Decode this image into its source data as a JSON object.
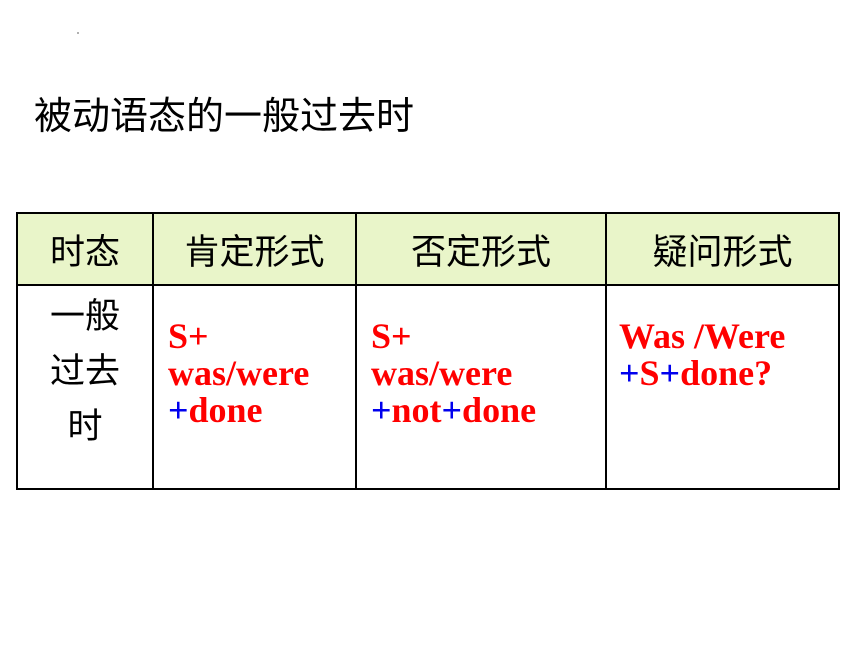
{
  "title": "被动语态的一般过去时",
  "table": {
    "headers": [
      "时态",
      "肯定形式",
      "否定形式",
      "疑问形式"
    ],
    "tense": [
      "一般",
      "过去",
      "时"
    ],
    "affirmative": {
      "s_plus": "S+",
      "was_were": "was/were",
      "plus": "+",
      "done": "done"
    },
    "negative": {
      "s_plus": "S+",
      "was_were": "was/were",
      "plus1": "+",
      "not": "not",
      "plus2": "+",
      "done": "done"
    },
    "question": {
      "was_were": "Was /Were",
      "plus1": "+",
      "s": "S",
      "plus2": "+",
      "done": "done?"
    }
  },
  "colors": {
    "header_bg": "#e9f5c9",
    "red": "#ff0000",
    "blue": "#0000ee"
  }
}
